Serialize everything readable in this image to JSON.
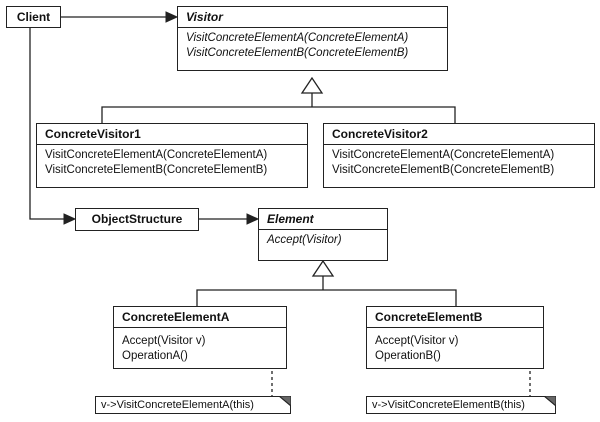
{
  "client": {
    "label": "Client"
  },
  "visitor": {
    "name": "Visitor",
    "operations": [
      "VisitConcreteElementA(ConcreteElementA)",
      "VisitConcreteElementB(ConcreteElementB)"
    ]
  },
  "concrete_visitor_1": {
    "name": "ConcreteVisitor1",
    "operations": [
      "VisitConcreteElementA(ConcreteElementA)",
      "VisitConcreteElementB(ConcreteElementB)"
    ]
  },
  "concrete_visitor_2": {
    "name": "ConcreteVisitor2",
    "operations": [
      "VisitConcreteElementA(ConcreteElementA)",
      "VisitConcreteElementB(ConcreteElementB)"
    ]
  },
  "object_structure": {
    "name": "ObjectStructure"
  },
  "element": {
    "name": "Element",
    "operations": [
      "Accept(Visitor)"
    ]
  },
  "concrete_element_a": {
    "name": "ConcreteElementA",
    "operations": [
      "Accept(Visitor v)",
      "OperationA()"
    ],
    "note": "v->VisitConcreteElementA(this)"
  },
  "concrete_element_b": {
    "name": "ConcreteElementB",
    "operations": [
      "Accept(Visitor v)",
      "OperationB()"
    ],
    "note": "v->VisitConcreteElementB(this)"
  }
}
